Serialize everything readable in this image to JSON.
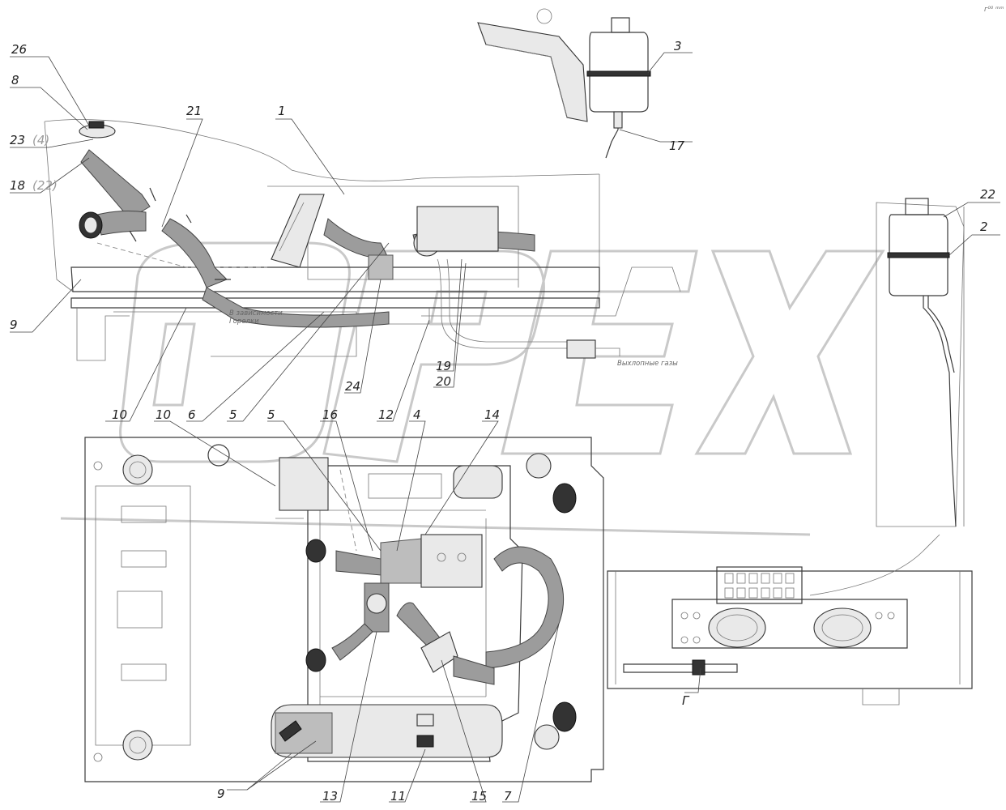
{
  "callouts": {
    "c26": "26",
    "c8": "8",
    "c23": "23",
    "c23_paren": "(4)",
    "c18": "18",
    "c18_paren": "(22)",
    "c21": "21",
    "c1": "1",
    "c3": "3",
    "c17": "17",
    "c22": "22",
    "c2": "2",
    "c9_top": "9",
    "c10_a": "10",
    "c10_b": "10",
    "c6": "6",
    "c5_a": "5",
    "c5_b": "5",
    "c16": "16",
    "c24": "24",
    "c12": "12",
    "c4": "4",
    "c14": "14",
    "c19": "19",
    "c20": "20",
    "c9_bottom": "9",
    "c13": "13",
    "c11": "11",
    "c15": "15",
    "c7": "7",
    "cG": "Г"
  },
  "notes": {
    "top_right": "г⁰⁰ ᵐᵐ",
    "exhaust": "Выхлопные газы",
    "hose_note_1": "В зависимости",
    "hose_note_2": "Горелки"
  },
  "watermark": {
    "text": "OPEX"
  }
}
